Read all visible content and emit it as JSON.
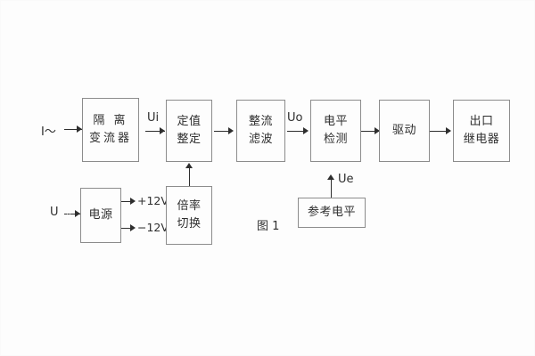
{
  "figure": {
    "caption": "图 1",
    "background_color": "#fdfdfd",
    "line_color": "#2e2e2e",
    "box_border_color": "#8c8c8c"
  },
  "inputs": [
    {
      "id": "current-input",
      "label": "I～"
    },
    {
      "id": "voltage-input",
      "label": "U"
    }
  ],
  "signals": [
    {
      "id": "ui",
      "label": "Ui"
    },
    {
      "id": "uo",
      "label": "Uo"
    },
    {
      "id": "ue",
      "label": "Ue"
    }
  ],
  "power_rails": [
    {
      "id": "rail-positive",
      "label": "+12V"
    },
    {
      "id": "rail-negative",
      "label": "−12V"
    }
  ],
  "blocks": [
    {
      "id": "isolation-transformer",
      "lines": [
        "隔 离",
        "变流器"
      ],
      "wide": true
    },
    {
      "id": "setting-adjust",
      "lines": [
        "定值",
        "整定"
      ],
      "wide": false
    },
    {
      "id": "rectify-filter",
      "lines": [
        "整流",
        "滤波"
      ],
      "wide": false
    },
    {
      "id": "level-detect",
      "lines": [
        "电平",
        "检测"
      ],
      "wide": false
    },
    {
      "id": "drive",
      "lines": [
        "驱动"
      ],
      "wide": false
    },
    {
      "id": "output-relay",
      "lines": [
        "出口",
        "继电器"
      ],
      "wide": false
    },
    {
      "id": "power-supply",
      "lines": [
        "电源"
      ],
      "wide": false
    },
    {
      "id": "multiplier-switch",
      "lines": [
        "倍率",
        "切换"
      ],
      "wide": false
    },
    {
      "id": "reference-level",
      "lines": [
        "参考电平"
      ],
      "wide": false
    }
  ]
}
